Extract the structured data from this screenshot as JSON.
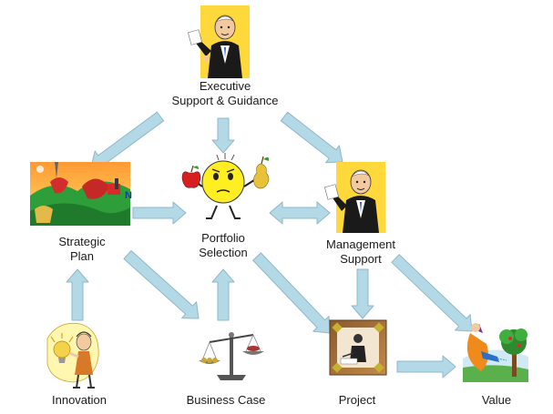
{
  "colors": {
    "arrow_fill": "#b3d8e6",
    "arrow_stroke": "#8fb8c9",
    "suit": "#1a1a1a",
    "card_yellow": "#ffd93b",
    "smiley_yellow": "#ffee22"
  },
  "nodes": {
    "executive": {
      "line1": "Executive",
      "line2": "Support & Guidance",
      "icon": "executive-clipart-icon"
    },
    "strategic": {
      "line1": "Strategic",
      "line2": "Plan",
      "icon": "landscape-clipart-icon"
    },
    "portfolio": {
      "line1": "Portfolio",
      "line2": "Selection",
      "icon": "smiley-apple-pear-icon"
    },
    "management": {
      "line1": "Management",
      "line2": "Support",
      "icon": "manager-clipart-icon"
    },
    "innovation": {
      "label": "Innovation",
      "icon": "lightbulb-idea-icon"
    },
    "business_case": {
      "label": "Business Case",
      "icon": "scales-icon"
    },
    "project": {
      "label": "Project",
      "icon": "project-frame-icon"
    },
    "value": {
      "label": "Value",
      "icon": "watering-tree-icon"
    }
  }
}
